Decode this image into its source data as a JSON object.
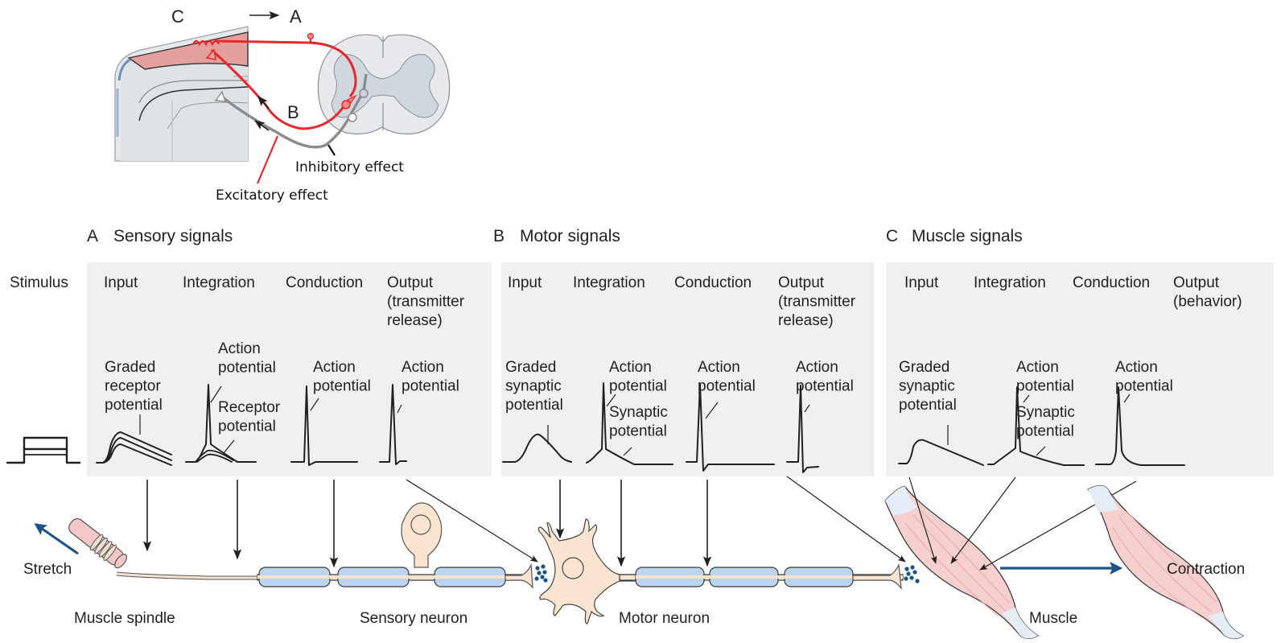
{
  "reflex_diagram": {
    "labels": {
      "c": "C",
      "a": "A",
      "b": "B"
    },
    "callouts": {
      "inhibitory": "Inhibitory effect",
      "excitatory": "Excitatory effect"
    },
    "colors": {
      "excitatory": "#e8262b",
      "inhibitory": "#8c8c8c",
      "muscle": "#e7a3a0",
      "cord_gray": "#dde3ea"
    }
  },
  "stimulus_label": "Stimulus",
  "panels": [
    {
      "letter": "A",
      "title": "Sensory signals",
      "columns": [
        {
          "head": [
            "Input"
          ],
          "waveform_label": [
            "Graded",
            "receptor",
            "potential"
          ]
        },
        {
          "head": [
            "Integration"
          ],
          "waveform_label": [
            "Action",
            "potential"
          ],
          "secondary_label": [
            "Receptor",
            "potential"
          ]
        },
        {
          "head": [
            "Conduction"
          ],
          "waveform_label": [
            "Action",
            "potential"
          ]
        },
        {
          "head": [
            "Output",
            "(transmitter",
            "release)"
          ],
          "waveform_label": [
            "Action",
            "potential"
          ]
        }
      ]
    },
    {
      "letter": "B",
      "title": "Motor signals",
      "columns": [
        {
          "head": [
            "Input"
          ],
          "waveform_label": [
            "Graded",
            "synaptic",
            "potential"
          ]
        },
        {
          "head": [
            "Integration"
          ],
          "waveform_label": [
            "Action",
            "potential"
          ],
          "secondary_label": [
            "Synaptic",
            "potential"
          ]
        },
        {
          "head": [
            "Conduction"
          ],
          "waveform_label": [
            "Action",
            "potential"
          ]
        },
        {
          "head": [
            "Output",
            "(transmitter",
            "release)"
          ],
          "waveform_label": [
            "Action",
            "potential"
          ]
        }
      ]
    },
    {
      "letter": "C",
      "title": "Muscle signals",
      "columns": [
        {
          "head": [
            "Input"
          ],
          "waveform_label": [
            "Graded",
            "synaptic",
            "potential"
          ]
        },
        {
          "head": [
            "Integration"
          ],
          "waveform_label": [
            "Action",
            "potential"
          ],
          "secondary_label": [
            "Synaptic",
            "potential"
          ]
        },
        {
          "head": [
            "Conduction"
          ],
          "waveform_label": [
            "Action",
            "potential"
          ]
        },
        {
          "head": [
            "Output",
            "(behavior)"
          ]
        }
      ]
    }
  ],
  "bottom_labels": {
    "stretch": "Stretch",
    "muscle_spindle": "Muscle spindle",
    "sensory_neuron": "Sensory neuron",
    "motor_neuron": "Motor neuron",
    "muscle": "Muscle",
    "contraction": "Contraction"
  },
  "colors": {
    "panel_bg": "#eff0f2",
    "arrow_blue": "#1a5486",
    "myelin": "#bcd4ee",
    "neuron": "#fbe5d0",
    "vesicle": "#1a5486",
    "muscle_fill": "#f5c9c9"
  }
}
